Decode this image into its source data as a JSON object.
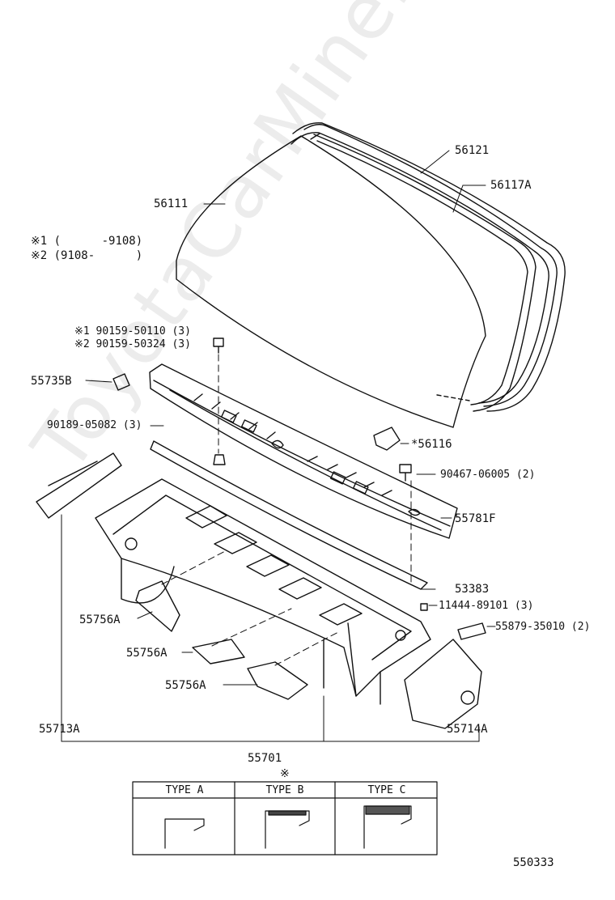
{
  "watermark": "ToyotaCarMine.ru",
  "notes": {
    "note1": "※1 (      -9108)",
    "note2": "※2 (9108-      )"
  },
  "parts": {
    "p56121": "56121",
    "p56117A": "56117A",
    "p56111": "56111",
    "p90159_1": "※1 90159-50110 (3)",
    "p90159_2": "※2 90159-50324 (3)",
    "p55735B": "55735B",
    "p90189": "90189-05082 (3)",
    "p56116": "*56116",
    "p90467": "90467-06005 (2)",
    "p55781F": "55781F",
    "p53383": "53383",
    "p11444": "11444-89101 (3)",
    "p55879": "55879-35010 (2)",
    "p55756A_1": "55756A",
    "p55756A_2": "55756A",
    "p55756A_3": "55756A",
    "p55713A": "55713A",
    "p55714A": "55714A",
    "p55701": "55701"
  },
  "type_table": {
    "marker": "※",
    "type_a": "TYPE A",
    "type_b": "TYPE B",
    "type_c": "TYPE C"
  },
  "diagram_number": "550333"
}
